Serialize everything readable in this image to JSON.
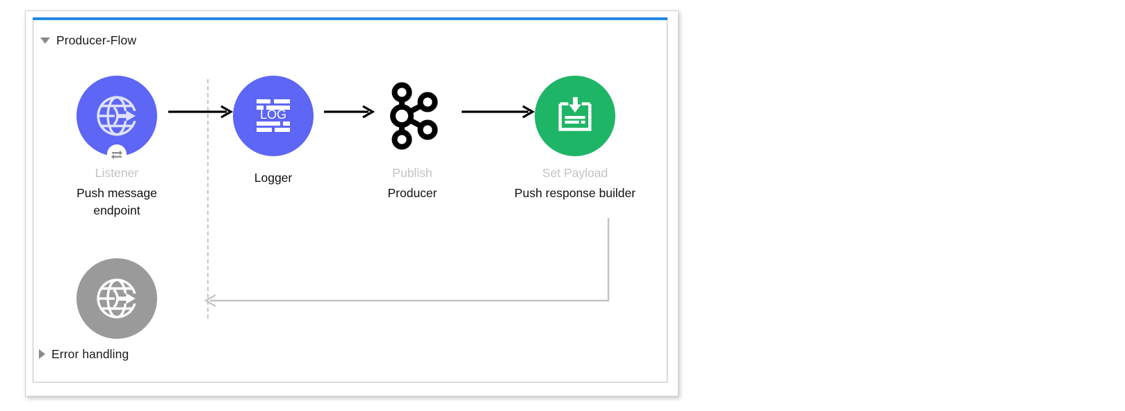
{
  "window": {
    "accent_color": "#1e88e5",
    "background": "#ffffff",
    "border_color": "#bdbdbd"
  },
  "sections": [
    {
      "name": "flow-section",
      "label": "Producer-Flow",
      "expanded": true,
      "toggle_icon": "triangle-down-icon"
    },
    {
      "name": "error-section",
      "label": "Error handling",
      "expanded": false,
      "toggle_icon": "triangle-right-icon"
    }
  ],
  "divider": {
    "name": "source-process-divider",
    "style": "dashed",
    "color": "#c6c6c6"
  },
  "nodes": [
    {
      "id": "listener",
      "type_label": "Listener",
      "name_label": "Push message endpoint",
      "icon": "globe-arrow-icon",
      "badge_icon": "request-response-icon",
      "circle_color": "#5d66f5",
      "icon_color": "#dfe2fd",
      "has_badge": true
    },
    {
      "id": "logger",
      "type_label": "",
      "name_label": "Logger",
      "icon": "log-document-icon",
      "icon_text": "LOG",
      "circle_color": "#5d66f5",
      "icon_color": "#ffffff",
      "has_badge": false
    },
    {
      "id": "publish",
      "type_label": "Publish",
      "name_label": "Producer",
      "icon": "kafka-icon",
      "circle_color": "transparent",
      "icon_color": "#000000",
      "has_badge": false
    },
    {
      "id": "set-payload",
      "type_label": "Set Payload",
      "name_label": "Push response builder",
      "icon": "set-payload-icon",
      "circle_color": "#1fb566",
      "icon_color": "#ffffff",
      "has_badge": false
    },
    {
      "id": "error-listener",
      "type_label": "",
      "name_label": "",
      "icon": "globe-arrow-icon",
      "circle_color": "#9a9a9a",
      "icon_color": "#ffffff",
      "has_badge": false
    }
  ],
  "connectors": [
    {
      "name": "connector-listener-to-logger",
      "from": "listener",
      "to": "logger",
      "color": "#000000",
      "direction": "right"
    },
    {
      "name": "connector-logger-to-publish",
      "from": "logger",
      "to": "publish",
      "color": "#000000",
      "direction": "right"
    },
    {
      "name": "connector-publish-to-set-payload",
      "from": "publish",
      "to": "set-payload",
      "color": "#000000",
      "direction": "right"
    },
    {
      "name": "connector-response-return",
      "from": "set-payload",
      "to": "error-listener",
      "color": "#c4c4c4",
      "direction": "left"
    }
  ]
}
